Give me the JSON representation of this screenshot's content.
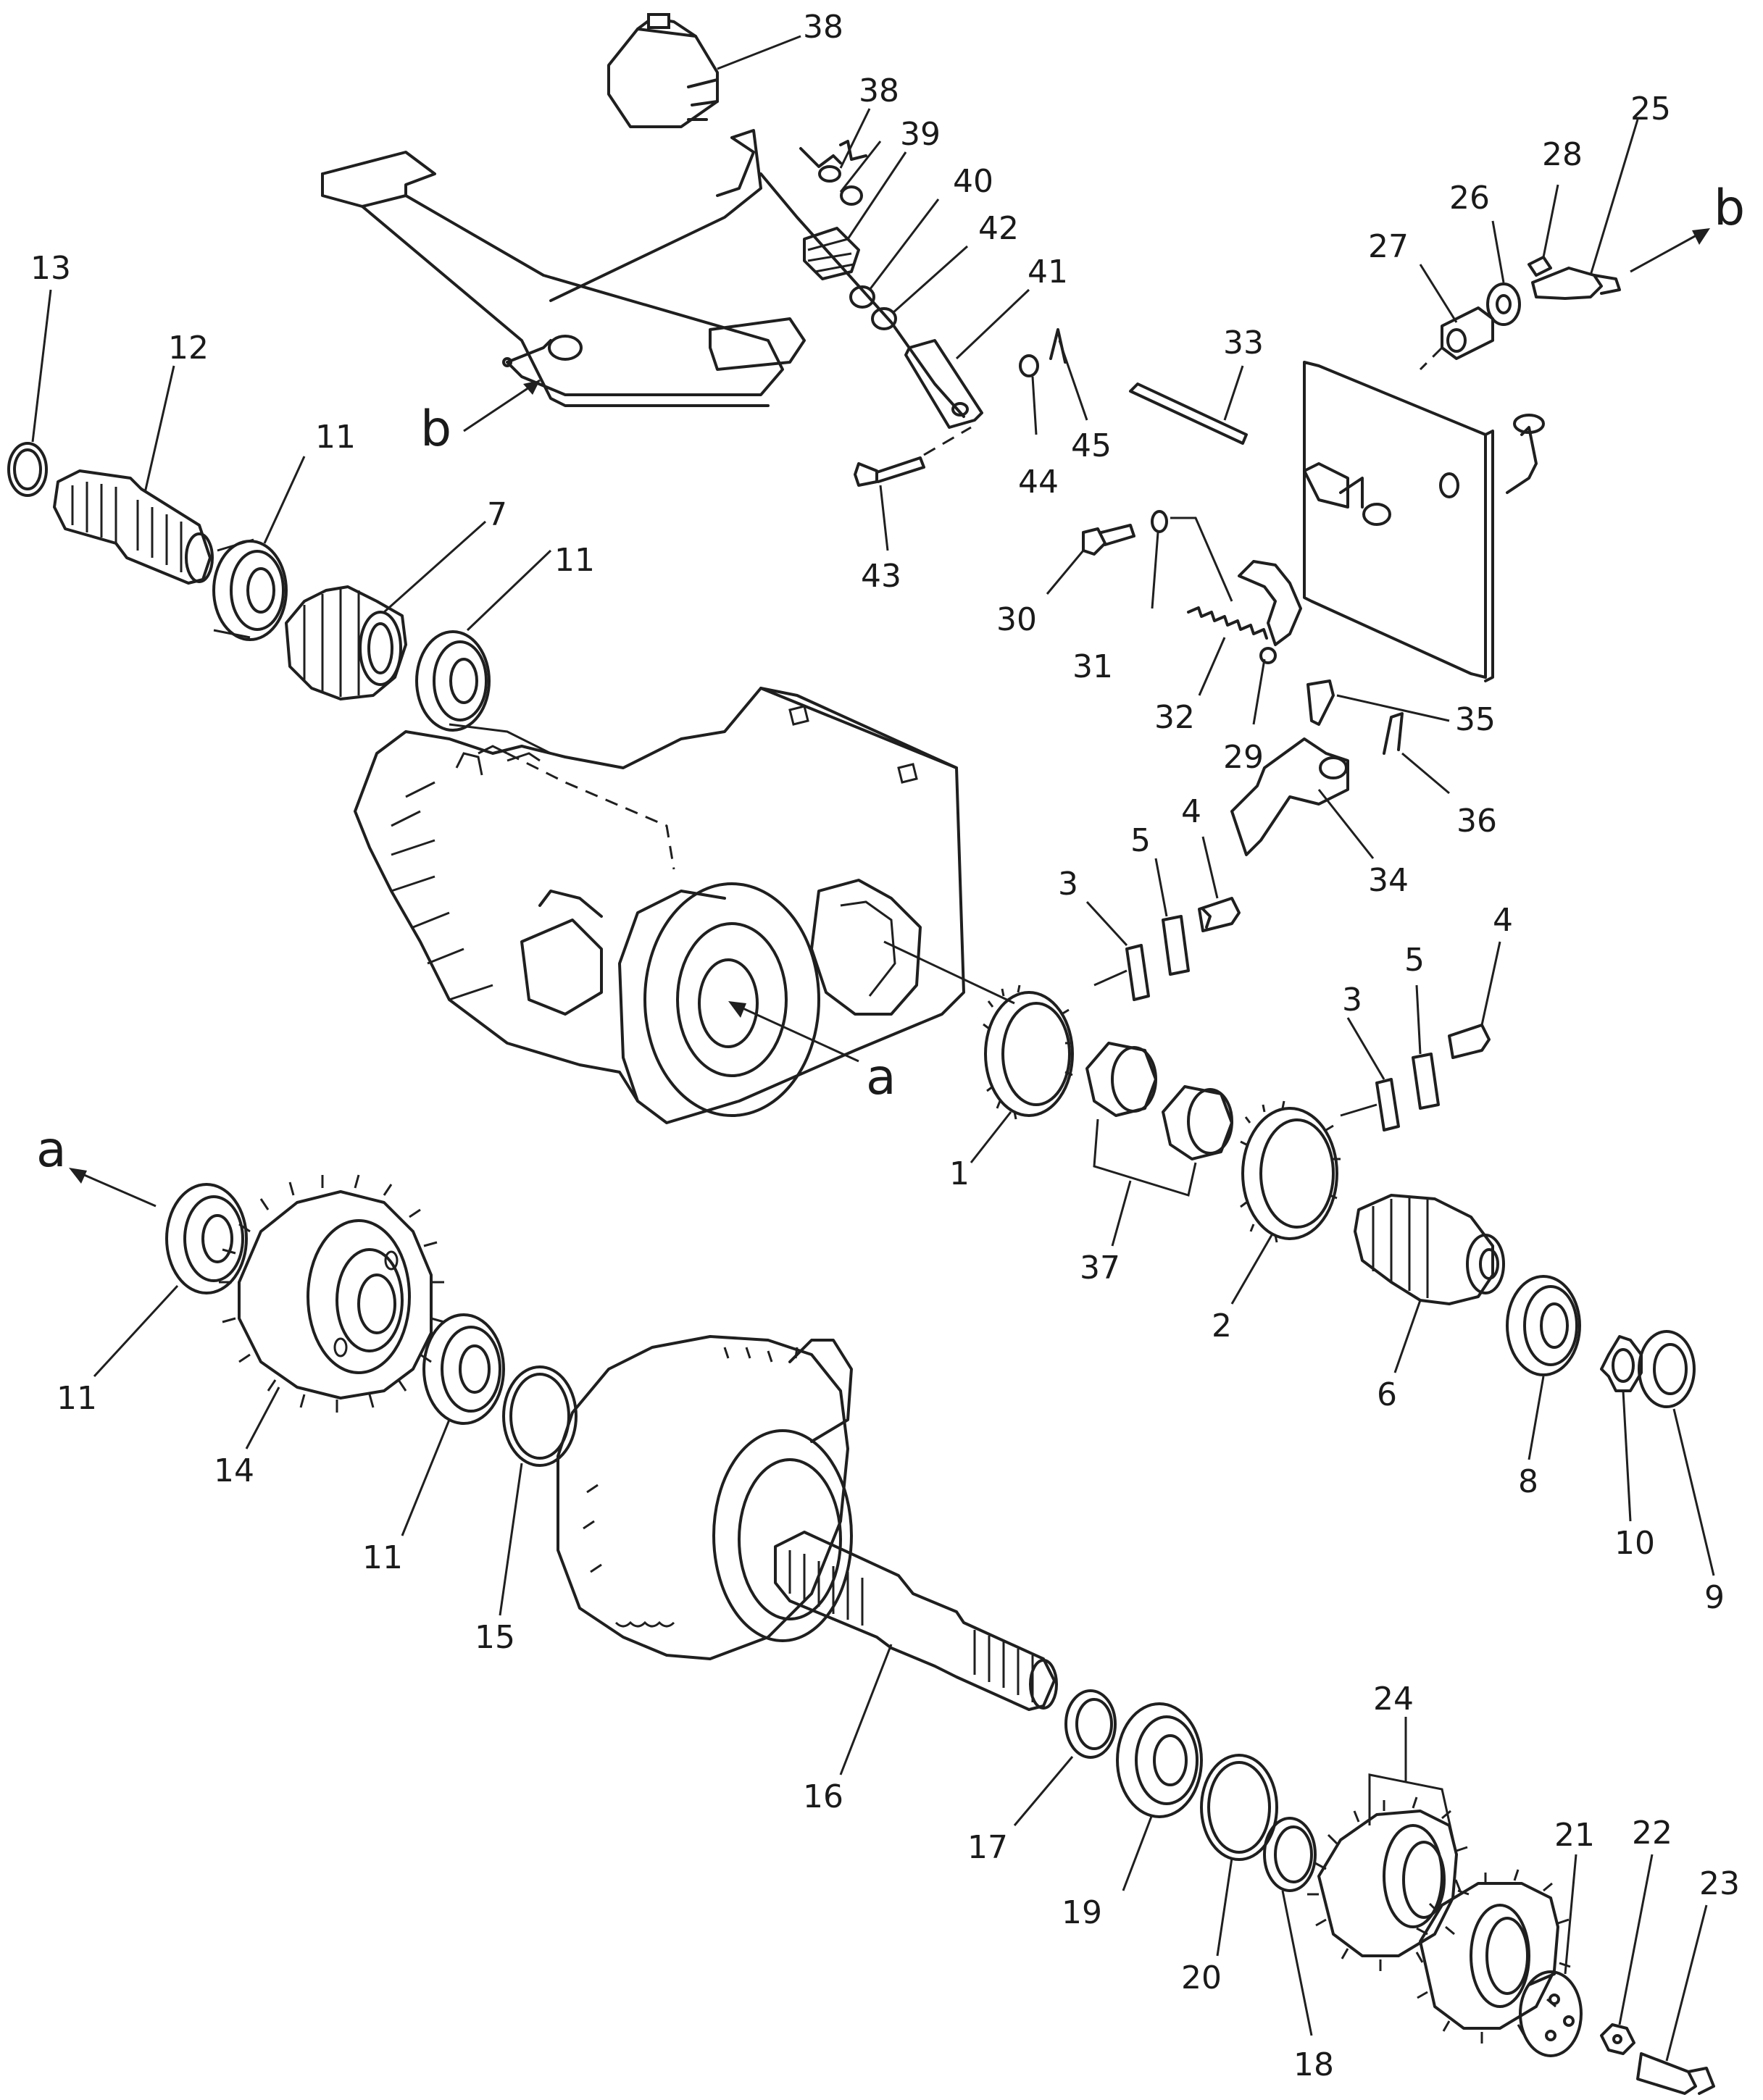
{
  "diagram": {
    "labels": [
      {
        "id": "p38a",
        "text": "38"
      },
      {
        "id": "p38b",
        "text": "38"
      },
      {
        "id": "p39",
        "text": "39"
      },
      {
        "id": "p40",
        "text": "40"
      },
      {
        "id": "p42",
        "text": "42"
      },
      {
        "id": "p41",
        "text": "41"
      },
      {
        "id": "p45",
        "text": "45"
      },
      {
        "id": "p44",
        "text": "44"
      },
      {
        "id": "p43",
        "text": "43"
      },
      {
        "id": "p25",
        "text": "25"
      },
      {
        "id": "p28",
        "text": "28"
      },
      {
        "id": "p26",
        "text": "26"
      },
      {
        "id": "p27",
        "text": "27"
      },
      {
        "id": "p33",
        "text": "33"
      },
      {
        "id": "p30",
        "text": "30"
      },
      {
        "id": "p31",
        "text": "31"
      },
      {
        "id": "p32",
        "text": "32"
      },
      {
        "id": "p29",
        "text": "29"
      },
      {
        "id": "p35",
        "text": "35"
      },
      {
        "id": "p36",
        "text": "36"
      },
      {
        "id": "p34",
        "text": "34"
      },
      {
        "id": "p13",
        "text": "13"
      },
      {
        "id": "p12",
        "text": "12"
      },
      {
        "id": "p11a",
        "text": "11"
      },
      {
        "id": "p7",
        "text": "7"
      },
      {
        "id": "p11b",
        "text": "11"
      },
      {
        "id": "p4a",
        "text": "4"
      },
      {
        "id": "p5a",
        "text": "5"
      },
      {
        "id": "p3a",
        "text": "3"
      },
      {
        "id": "p1",
        "text": "1"
      },
      {
        "id": "p37",
        "text": "37"
      },
      {
        "id": "p3b",
        "text": "3"
      },
      {
        "id": "p5b",
        "text": "5"
      },
      {
        "id": "p4b",
        "text": "4"
      },
      {
        "id": "p2",
        "text": "2"
      },
      {
        "id": "p6",
        "text": "6"
      },
      {
        "id": "p8",
        "text": "8"
      },
      {
        "id": "p10",
        "text": "10"
      },
      {
        "id": "p9",
        "text": "9"
      },
      {
        "id": "p11c",
        "text": "11"
      },
      {
        "id": "p14",
        "text": "14"
      },
      {
        "id": "p11d",
        "text": "11"
      },
      {
        "id": "p15",
        "text": "15"
      },
      {
        "id": "p16",
        "text": "16"
      },
      {
        "id": "p17",
        "text": "17"
      },
      {
        "id": "p19",
        "text": "19"
      },
      {
        "id": "p20",
        "text": "20"
      },
      {
        "id": "p18",
        "text": "18"
      },
      {
        "id": "p24",
        "text": "24"
      },
      {
        "id": "p21",
        "text": "21"
      },
      {
        "id": "p22",
        "text": "22"
      },
      {
        "id": "p23",
        "text": "23"
      }
    ],
    "refs": [
      {
        "id": "ref_b1",
        "text": "b"
      },
      {
        "id": "ref_b2",
        "text": "b"
      },
      {
        "id": "ref_a1",
        "text": "a"
      },
      {
        "id": "ref_a2",
        "text": "a"
      }
    ],
    "stroke_color": "#1f1f1f",
    "background": "#ffffff"
  }
}
